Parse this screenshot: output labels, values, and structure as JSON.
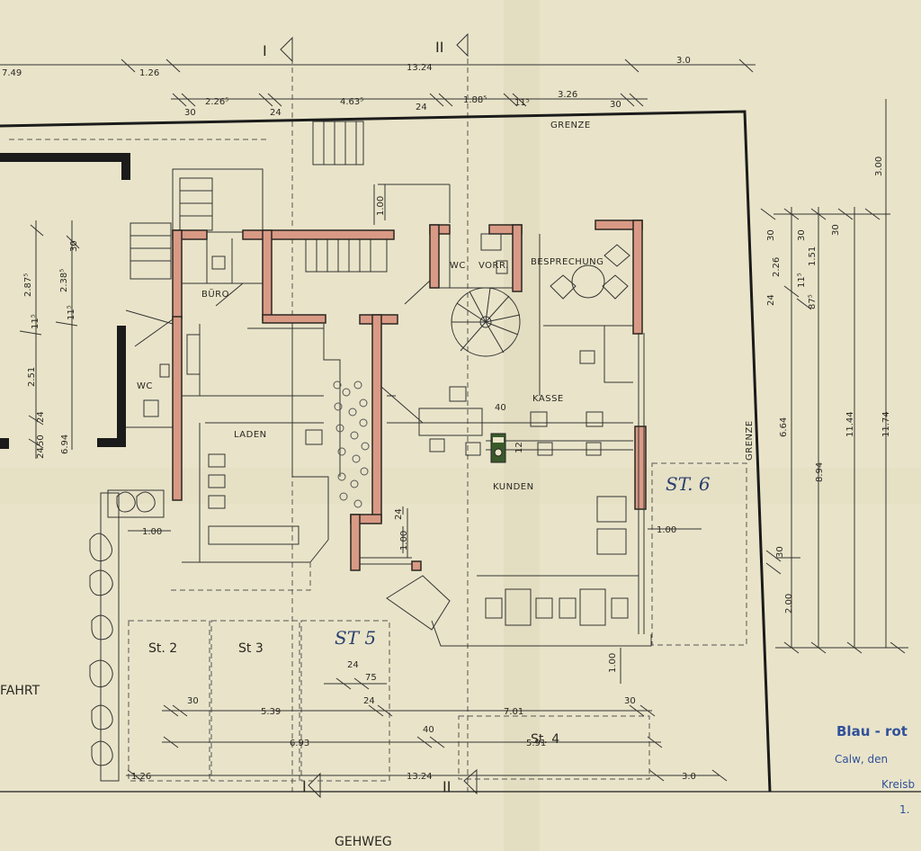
{
  "sections": {
    "cut_1": "I",
    "cut_2": "II"
  },
  "top_dimensions": {
    "row1": [
      "7.49",
      "1.26",
      "13.24",
      "3.0"
    ],
    "row2": [
      "30",
      "2.26⁵",
      "24",
      "4.63⁵",
      "24",
      "1.88⁵",
      "11⁵",
      "3.26",
      "30"
    ]
  },
  "left_dimensions": [
    "30",
    "2.87⁵",
    "2.38⁵",
    "11⁵",
    "11⁵",
    "2.51",
    "24",
    "50",
    "24",
    "6.94"
  ],
  "right_dimensions": [
    "3.00",
    "30",
    "30",
    "30",
    "2.26",
    "11⁵",
    "1.51",
    "24",
    "87⁵",
    "6.64",
    "8.94",
    "11.44",
    "11.74",
    "30",
    "2.00"
  ],
  "inner_dimensions": [
    "1.00",
    "1.00",
    "24",
    "1.00",
    "40",
    "12",
    "1.00",
    "1.00"
  ],
  "bottom_dimensions": {
    "row_a": [
      "24",
      "75"
    ],
    "row_b": [
      "30",
      "5.39",
      "24",
      "7.01",
      "30"
    ],
    "row_c": [
      "6.93",
      "40",
      "5.91"
    ],
    "row_d": [
      "1.26",
      "13.24",
      "3.0"
    ]
  },
  "labels": {
    "grenze_top": "GRENZE",
    "grenze_right": "GRENZE",
    "buero": "BÜRO",
    "wc_left": "WC",
    "wc_right": "WC",
    "vorr": "VORR.",
    "besprechung": "BESPRECHUNG",
    "laden": "LADEN",
    "kasse": "KASSE",
    "kunden": "KUNDEN",
    "gehweg": "GEHWEG",
    "einfahrt": "FAHRT",
    "st2": "St. 2",
    "st3": "St 3",
    "st4": "St. 4"
  },
  "handwritten": {
    "st5": "ST 5",
    "st6": "ST. 6"
  },
  "stamp": {
    "line1": "Blau - rot",
    "line2": "Calw, den",
    "line3": "Kreisb",
    "line4": "1."
  },
  "colors": {
    "paper": "#e9e4c9",
    "wall_fill": "#d99a85",
    "ink": "#2a2722",
    "stamp_blue": "#31509a"
  }
}
